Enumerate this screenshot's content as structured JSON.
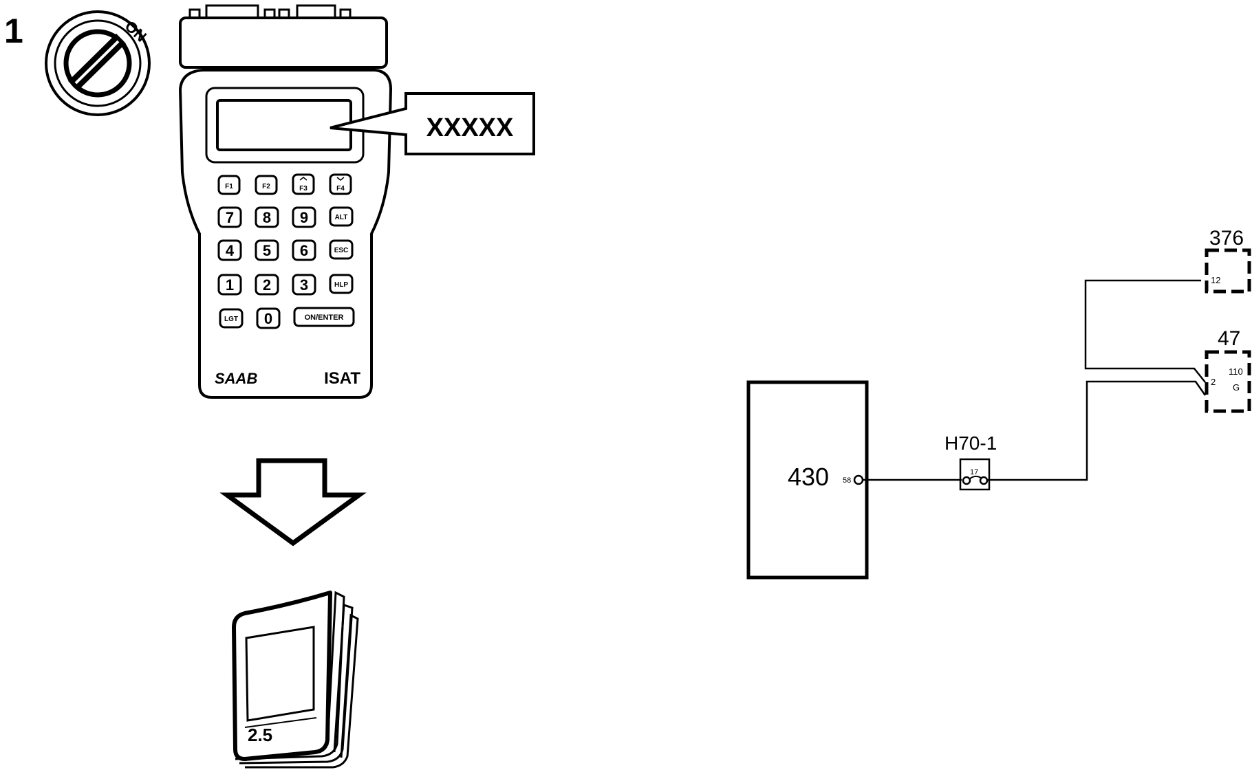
{
  "step": {
    "number": "1"
  },
  "ignition": {
    "label": "ON"
  },
  "tester": {
    "display_callout": "XXXXX",
    "brand": "SAAB",
    "model": "ISAT",
    "keys": {
      "f1": "F1",
      "f2": "F2",
      "f3": "F3",
      "f4": "F4",
      "k7": "7",
      "k8": "8",
      "k9": "9",
      "alt": "ALT",
      "k4": "4",
      "k5": "5",
      "k6": "6",
      "esc": "ESC",
      "k1": "1",
      "k2": "2",
      "k3": "3",
      "hlp": "HLP",
      "lgt": "LGT",
      "k0": "0",
      "enter": "ON/ENTER"
    }
  },
  "manual": {
    "label": "2.5"
  },
  "schematic": {
    "component_430": {
      "id": "430",
      "pin": "58"
    },
    "connector_h70": {
      "id": "H70-1",
      "pin": "17"
    },
    "component_376": {
      "id": "376",
      "pin": "12"
    },
    "component_47": {
      "id": "47",
      "pin": "2",
      "pin_alt": "110",
      "pin_sub": "G"
    }
  }
}
